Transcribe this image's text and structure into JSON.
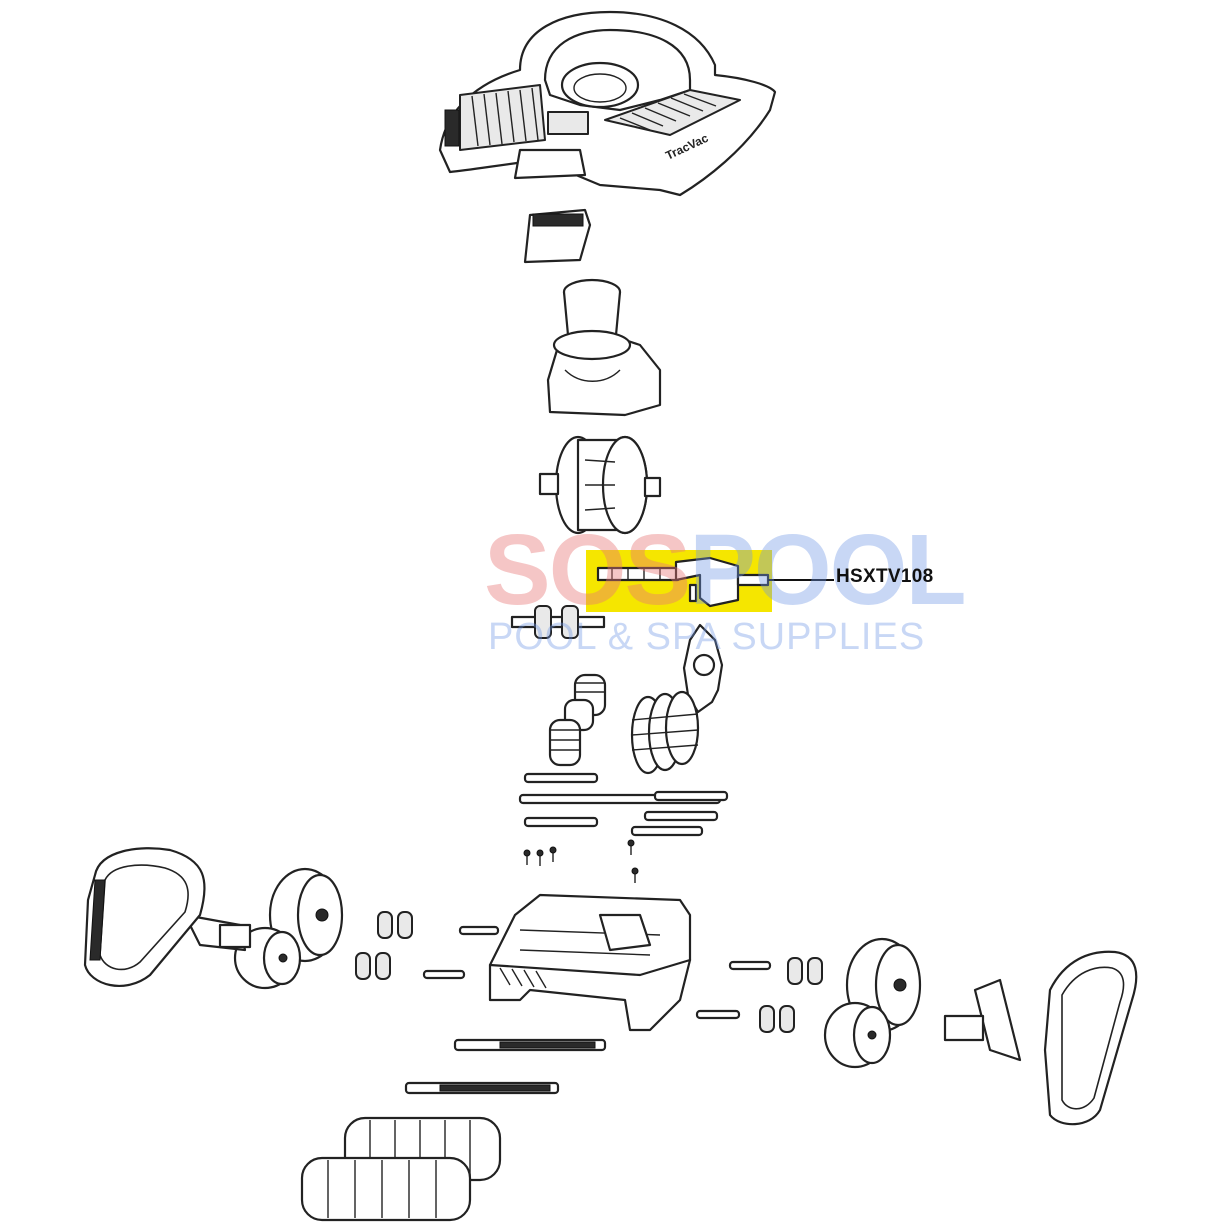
{
  "diagram": {
    "highlighted_part": {
      "part_number": "HSXTV108",
      "highlight_color": "#f5e600"
    },
    "watermark": {
      "brand_left": "SOS",
      "brand_right": "POOL",
      "tagline": "POOL & SPA SUPPLIES",
      "color_left": "#e87878",
      "color_right": "#6e96e6"
    },
    "cover_brand_text": "TracVac"
  }
}
